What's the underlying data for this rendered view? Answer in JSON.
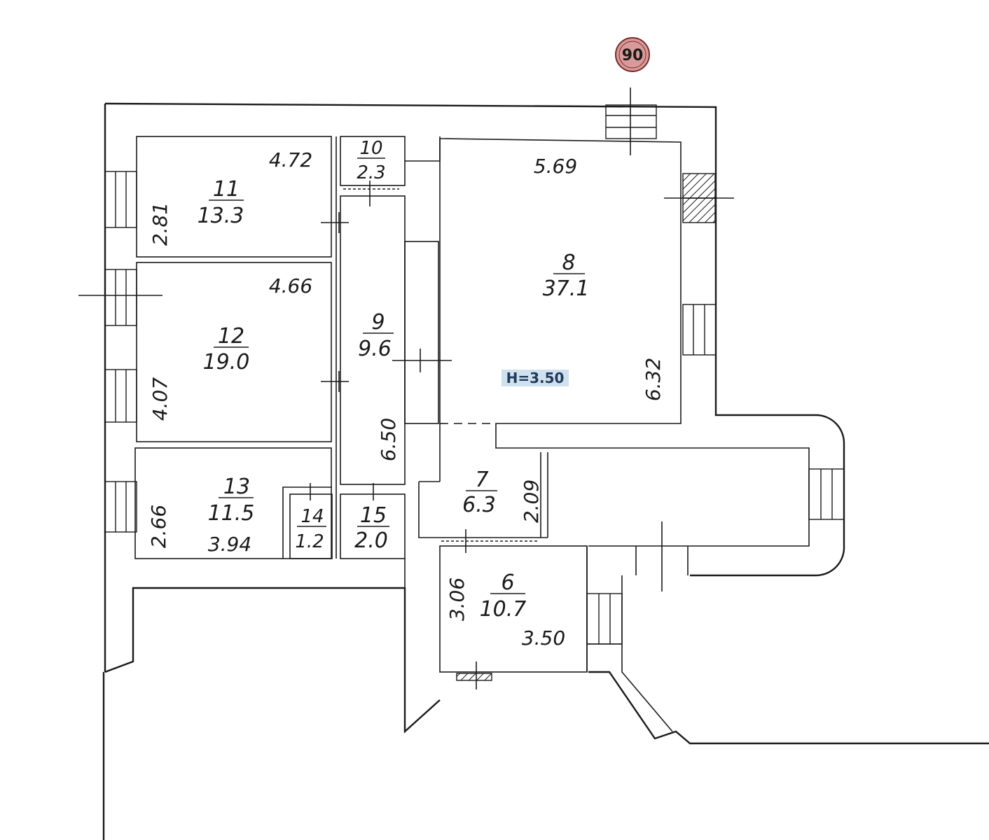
{
  "building_marker": "90",
  "ceiling_height": "H=3.50",
  "rooms": [
    {
      "id": "r11",
      "number": "11",
      "area": "13.3"
    },
    {
      "id": "r10",
      "number": "10",
      "area": "2.3"
    },
    {
      "id": "r8",
      "number": "8",
      "area": "37.1"
    },
    {
      "id": "r12",
      "number": "12",
      "area": "19.0"
    },
    {
      "id": "r9",
      "number": "9",
      "area": "9.6"
    },
    {
      "id": "r13",
      "number": "13",
      "area": "11.5"
    },
    {
      "id": "r14",
      "number": "14",
      "area": "1.2"
    },
    {
      "id": "r15",
      "number": "15",
      "area": "2.0"
    },
    {
      "id": "r7",
      "number": "7",
      "area": "6.3"
    },
    {
      "id": "r6",
      "number": "6",
      "area": "10.7"
    }
  ],
  "dimensions": {
    "d472": "4.72",
    "d281": "2.81",
    "d466": "4.66",
    "d407": "4.07",
    "d266": "2.66",
    "d394": "3.94",
    "d650": "6.50",
    "d569": "5.69",
    "d632": "6.32",
    "d209": "2.09",
    "d306": "3.06",
    "d350": "3.50"
  }
}
